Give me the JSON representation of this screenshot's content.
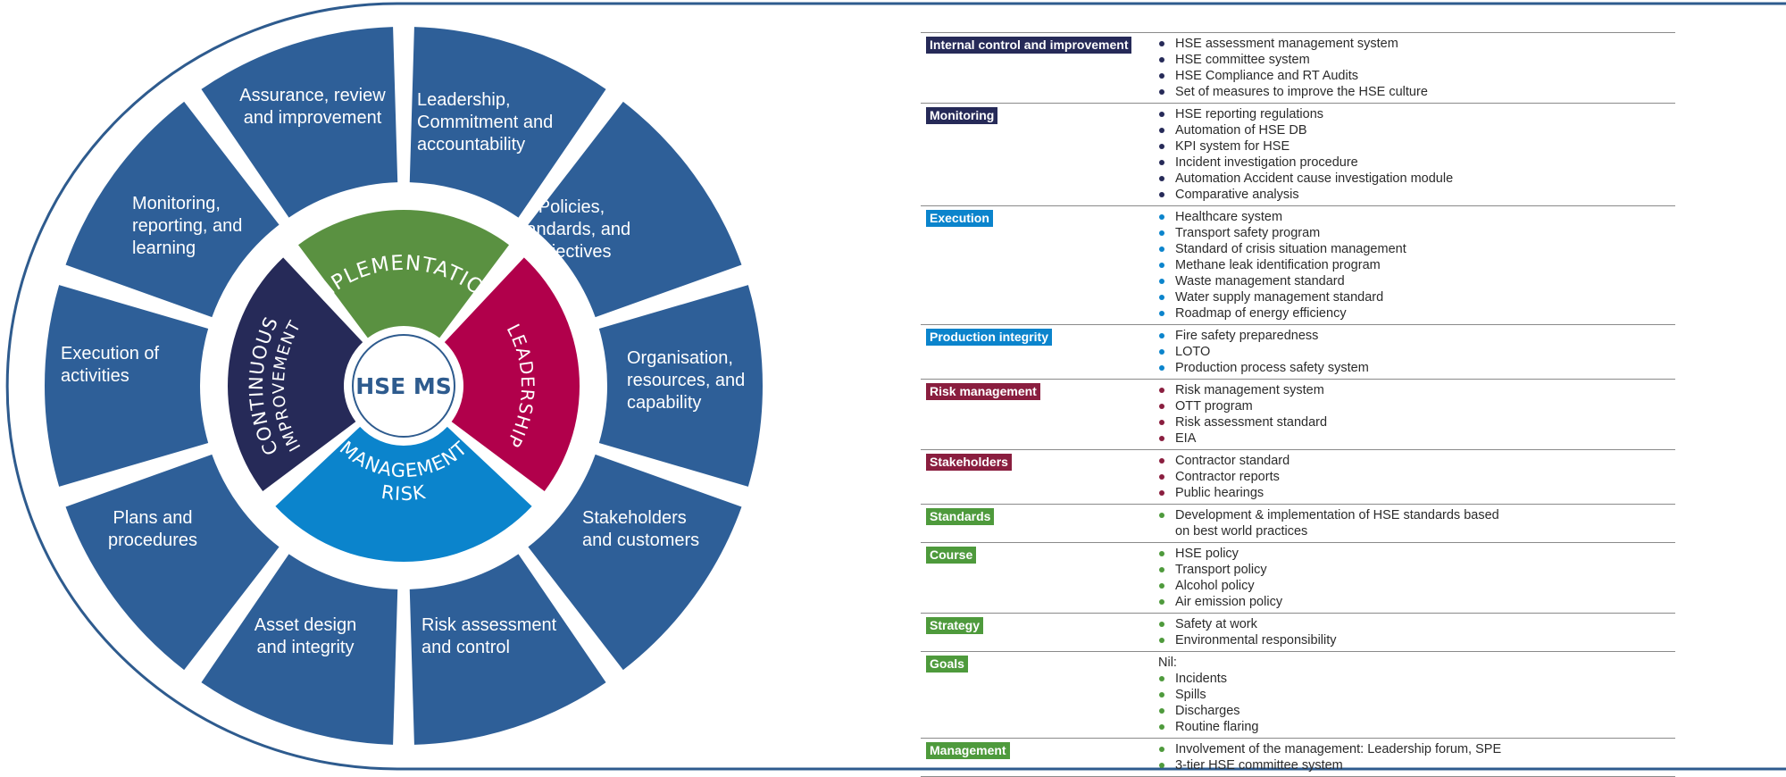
{
  "colors": {
    "frame": "#2e5b8e",
    "segment": "#2e5f98",
    "implementation": "#5a9141",
    "leadership": "#b1004b",
    "risk_management": "#0b84cc",
    "continuous_improvement": "#262a58",
    "hub_text": "#2e5b8e",
    "tag_navy": "#262a58",
    "tag_blue": "#0b84cc",
    "tag_maroon": "#8a1e3f",
    "tag_green": "#4e9a3c"
  },
  "wheel": {
    "center_label": "HSE MS",
    "inner": [
      {
        "key": "implementation",
        "label": "IMPLEMENTATION"
      },
      {
        "key": "leadership",
        "label": "LEADERSHIP"
      },
      {
        "key": "risk_management",
        "lines": [
          "RISK",
          "MANAGEMENT"
        ]
      },
      {
        "key": "continuous_improvement",
        "lines": [
          "CONTINUOUS",
          "IMPROVEMENT"
        ]
      }
    ],
    "outer_segments": [
      {
        "lines": [
          "Leadership,",
          "Commitment and",
          "accountability"
        ]
      },
      {
        "lines": [
          "Policies,",
          "standards, and",
          "objectives"
        ]
      },
      {
        "lines": [
          "Organisation,",
          "resources, and",
          "capability"
        ]
      },
      {
        "lines": [
          "Stakeholders",
          "and customers"
        ]
      },
      {
        "lines": [
          "Risk assessment",
          "and control"
        ]
      },
      {
        "lines": [
          "Asset design",
          "and integrity"
        ]
      },
      {
        "lines": [
          "Plans and",
          "procedures"
        ]
      },
      {
        "lines": [
          "Execution of",
          "activities"
        ]
      },
      {
        "lines": [
          "Monitoring,",
          "reporting, and",
          "learning"
        ]
      },
      {
        "lines": [
          "Assurance, review",
          "and improvement"
        ]
      }
    ]
  },
  "table": {
    "rows": [
      {
        "label": "Internal control and improvement",
        "color": "#262a58",
        "bullet": "#262a58",
        "items": [
          "HSE assessment management system",
          "HSE committee system",
          "HSE Compliance and RT Audits",
          "Set of measures to improve the HSE culture"
        ]
      },
      {
        "label": "Monitoring",
        "color": "#262a58",
        "bullet": "#262a58",
        "items": [
          "HSE reporting regulations",
          "Automation of HSE DB",
          "KPI system for HSE",
          "Incident investigation procedure",
          "Automation Accident cause investigation module",
          "Comparative analysis"
        ]
      },
      {
        "label": "Execution",
        "color": "#0b84cc",
        "bullet": "#0b84cc",
        "items": [
          "Healthcare system",
          "Transport safety program",
          "Standard of crisis situation management",
          "Methane leak identification program",
          "Waste management standard",
          "Water supply management standard",
          "Roadmap of energy efficiency"
        ]
      },
      {
        "label": "Production integrity",
        "color": "#0b84cc",
        "bullet": "#0b84cc",
        "items": [
          "Fire safety preparedness",
          "LOTO",
          "Production process safety system"
        ]
      },
      {
        "label": "Risk management",
        "color": "#8a1e3f",
        "bullet": "#8a1e3f",
        "items": [
          "Risk management system",
          "OTT program",
          "Risk assessment standard",
          "EIA"
        ]
      },
      {
        "label": "Stakeholders",
        "color": "#8a1e3f",
        "bullet": "#8a1e3f",
        "items": [
          "Contractor standard",
          "Contractor reports",
          "Public hearings"
        ]
      },
      {
        "label": "Standards",
        "color": "#4e9a3c",
        "bullet": "#4e9a3c",
        "items": [
          "Development & implementation of HSE standards based"
        ],
        "continuation": "on best world practices"
      },
      {
        "label": "Course",
        "color": "#4e9a3c",
        "bullet": "#4e9a3c",
        "items": [
          "HSE policy",
          "Transport policy",
          "Alcohol policy",
          "Air emission policy"
        ]
      },
      {
        "label": "Strategy",
        "color": "#4e9a3c",
        "bullet": "#4e9a3c",
        "items": [
          "Safety at work",
          "Environmental responsibility"
        ]
      },
      {
        "label": "Goals",
        "color": "#4e9a3c",
        "bullet": "#4e9a3c",
        "intro": "Nil:",
        "items": [
          "Incidents",
          "Spills",
          "Discharges",
          "Routine flaring"
        ]
      },
      {
        "label": "Management",
        "color": "#4e9a3c",
        "bullet": "#4e9a3c",
        "items": [
          "Involvement of the management: Leadership forum, SPE",
          "3-tier HSE committee system"
        ]
      }
    ]
  }
}
